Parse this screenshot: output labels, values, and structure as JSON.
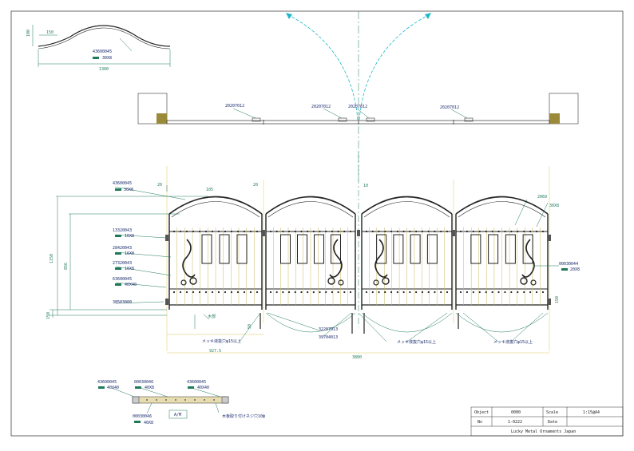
{
  "profile": {
    "dim_width": "150",
    "dim_height": "100",
    "part": "43600045",
    "size": "30X8",
    "total": "1300"
  },
  "plan": {
    "labels": [
      "20207012",
      "20207012",
      "20207012",
      "20207012"
    ]
  },
  "elevation": {
    "top_part": "43600045",
    "top_size": "30X8",
    "dim_20a": "20",
    "dim_105": "105",
    "dim_20b": "20",
    "dim_10": "10",
    "dim_2069": "2069",
    "dim_30x8": "30X8",
    "dim_1150": "1150",
    "dim_856": "856",
    "dim_150l": "150",
    "dim_150r": "150",
    "dim_3800": "3800",
    "dim_927": "927.5",
    "dim_50": "50",
    "parts_left": [
      {
        "num": "13320043",
        "size": "16X8"
      },
      {
        "num": "28420043",
        "size": "16X8"
      },
      {
        "num": "27320043",
        "size": "16X8"
      },
      {
        "num": "63600045",
        "size": "40X40"
      },
      {
        "num": "38503000",
        "size": ""
      }
    ],
    "part_right": {
      "num": "00030044",
      "size": "20X8"
    },
    "center_parts": [
      "32207013",
      "39704013"
    ],
    "hole_notes": [
      "メッキ液抜穴φ15以上",
      "メッキ液抜穴φ15以上",
      "メッキ液抜穴φ15以上"
    ],
    "note_small": "木部"
  },
  "rail": {
    "p1": {
      "num": "43600045",
      "size": "40X40"
    },
    "p2": {
      "num": "00030046",
      "size": "40X8"
    },
    "p3": {
      "num": "43600045",
      "size": "40X40"
    },
    "p4": {
      "num": "00030046",
      "size": "40X8"
    },
    "box": "A/M",
    "note": "木板取り付けネジ穴10ф"
  },
  "title_block": {
    "object_label": "Object",
    "object_value": "0000",
    "scale_label": "Scale",
    "scale_value": "1:15@A4",
    "no_label": "No",
    "no_value": "1-0222",
    "date_label": "Date",
    "date_value": "",
    "company": "Lucky Metal Ornaments Japan"
  }
}
